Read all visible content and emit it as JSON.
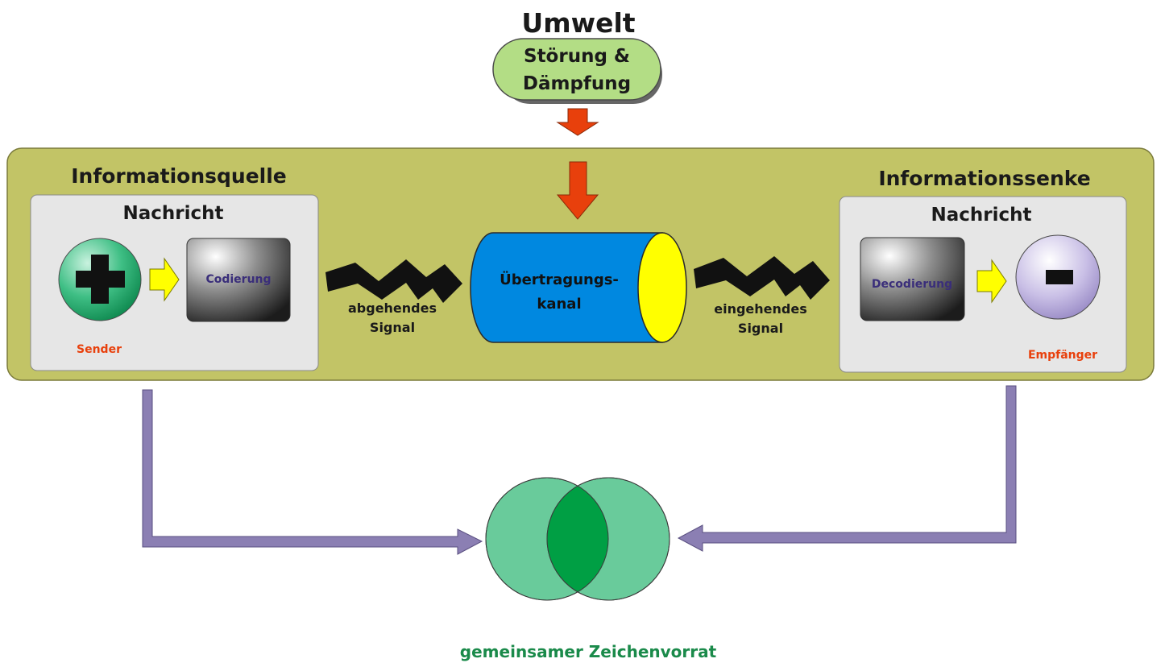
{
  "environment": {
    "title": "Umwelt",
    "noise_line1": "Störung &",
    "noise_line2": "Dämpfung"
  },
  "source": {
    "title": "Informationsquelle",
    "message": "Nachricht",
    "coding": "Codierung",
    "sender": "Sender"
  },
  "outgoing_signal": {
    "line1": "abgehendes",
    "line2": "Signal"
  },
  "channel": {
    "line1": "Übertragungs-",
    "line2": "kanal"
  },
  "incoming_signal": {
    "line1": "eingehendes",
    "line2": "Signal"
  },
  "sink": {
    "title": "Informationssenke",
    "message": "Nachricht",
    "decoding": "Decodierung",
    "receiver": "Empfänger"
  },
  "shared": {
    "label": "gemeinsamer Zeichenvorrat"
  },
  "colors": {
    "outer_panel": "#c2c466",
    "inner_panel": "#e6e6e6",
    "noise_pill": "#b3dd85",
    "red_arrow": "#e8400c",
    "channel_body": "#0088e0",
    "channel_end": "#ffff00",
    "yellow_arrow": "#ffff00",
    "purple_arrow": "#8b7fb3",
    "venn_light": "#69cb9b",
    "venn_dark": "#009f44",
    "label_red": "#e8400c",
    "label_purple": "#3a2e7a",
    "label_green": "#1a8a4a"
  }
}
